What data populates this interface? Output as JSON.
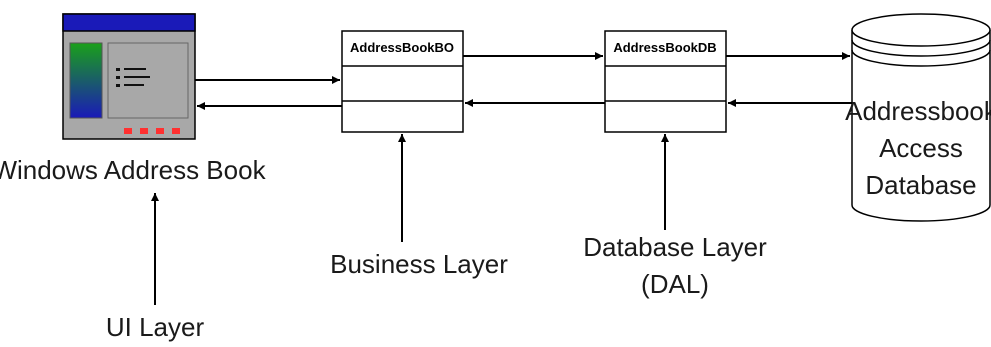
{
  "diagram": {
    "classes": {
      "business_object": "AddressBookBO",
      "database_object": "AddressBookDB"
    },
    "labels": {
      "app": "Windows Address Book",
      "ui_layer": "UI Layer",
      "business_layer": "Business Layer",
      "database_layer_line1": "Database Layer",
      "database_layer_line2": "(DAL)",
      "db_line1": "Addressbook",
      "db_line2": "Access",
      "db_line3": "Database"
    },
    "colors": {
      "window_titlebar": "#1a1ab8",
      "window_body": "#a8a8a8",
      "window_gradient_top": "#1aa01a",
      "window_gradient_bottom": "#1a1ab8",
      "window_leds": "#ff3030",
      "stroke": "#000000"
    },
    "icons": [
      "application-window-icon",
      "database-cylinder-icon"
    ]
  }
}
